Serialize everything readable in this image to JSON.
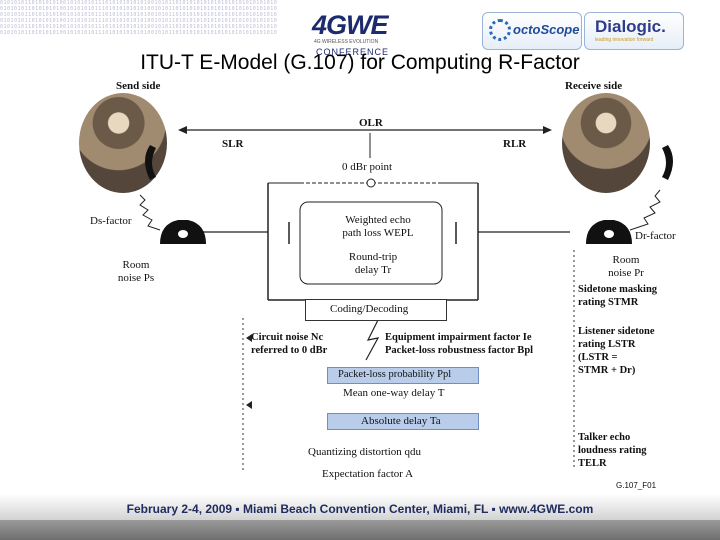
{
  "header": {
    "binary_bits": "0101010110101010100101010101110101010101010010101101010101010101010101010101010",
    "logo_4gwe": {
      "main": "4GWE",
      "tagline": "4G WIRELESS EVOLUTION",
      "sub": "CONFERENCE"
    },
    "logo_octoscope": "octoScope",
    "logo_dialogic": {
      "main": "Dialogic.",
      "tagline": "leading innovation forward"
    }
  },
  "title": "ITU-T E-Model (G.107) for Computing R-Factor",
  "diagram": {
    "send_side": "Send side",
    "receive_side": "Receive side",
    "olr": "OLR",
    "slr": "SLR",
    "rlr": "RLR",
    "zero_dbr_point": "0 dBr point",
    "ds_factor": "Ds-factor",
    "dr_factor": "Dr-factor",
    "room_noise_ps": [
      "Room",
      "noise Ps"
    ],
    "room_noise_pr": [
      "Room",
      "noise Pr"
    ],
    "weighted_echo": [
      "Weighted echo",
      "path loss WEPL"
    ],
    "round_trip": [
      "Round-trip",
      "delay Tr"
    ],
    "coding_decoding": "Coding/Decoding",
    "circuit_noise": [
      "Circuit noise Nc",
      "referred to 0 dBr"
    ],
    "equipment_impairment": [
      "Equipment impairment factor Ie",
      "Packet-loss robustness factor Bpl"
    ],
    "packet_loss_probability": "Packet-loss probability Ppl",
    "mean_one_way_delay": "Mean one-way delay T",
    "absolute_delay": "Absolute delay Ta",
    "quantizing_distortion": "Quantizing distortion qdu",
    "expectation_factor": "Expectation factor A",
    "sidetone_masking": [
      "Sidetone masking",
      "rating STMR"
    ],
    "listener_sidetone": [
      "Listener sidetone",
      "rating LSTR",
      "(LSTR =",
      "STMR + Dr)"
    ],
    "talker_echo": [
      "Talker echo",
      "loudness rating",
      "TELR"
    ],
    "figure_id": "G.107_F01"
  },
  "footer": "February 2-4, 2009  ▪  Miami Beach Convention Center, Miami, FL  ▪  www.4GWE.com",
  "colors": {
    "navy": "#1c2a6e",
    "blue_box": "#b9cdea",
    "footer_text": "#202c5e"
  }
}
